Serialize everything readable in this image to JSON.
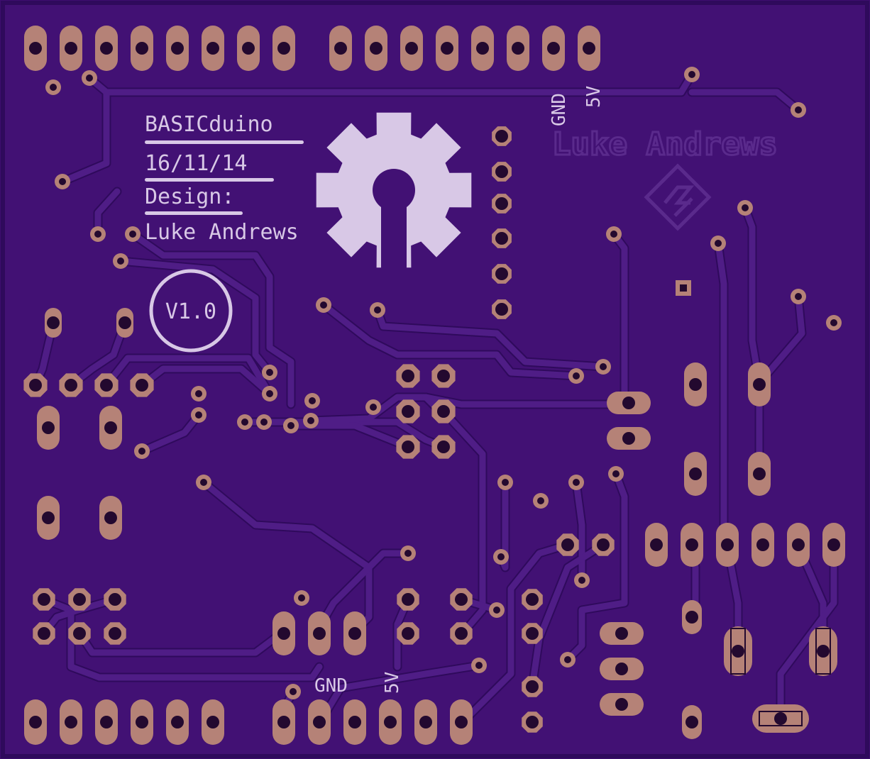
{
  "board": {
    "title": "BASICduino",
    "date": "16/11/14",
    "design_label": "Design:",
    "designer": "Luke Andrews",
    "version": "V1.0",
    "top_label_gnd": "GND",
    "top_label_5v": "5V",
    "bottom_label_gnd": "GND",
    "bottom_label_5v": "5V",
    "author_mark": "Luke Andrews"
  },
  "colors": {
    "board": "#3d0d6e",
    "copper": "#4f1d86",
    "pad": "#b58277",
    "silkscreen": "#d8c8e6"
  },
  "icons": {
    "logo": "open-hardware-gear-icon",
    "brand": "author-logo-icon"
  }
}
